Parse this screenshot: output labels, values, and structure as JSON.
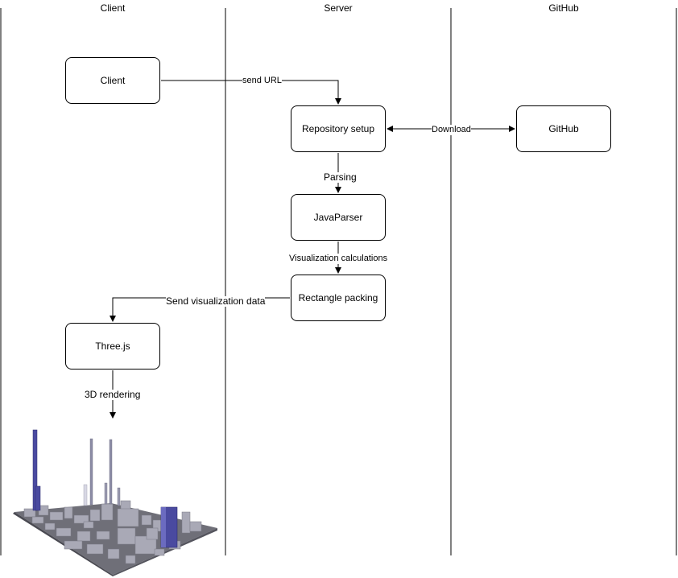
{
  "lanes": [
    {
      "title": "Client"
    },
    {
      "title": "Server"
    },
    {
      "title": "GitHub"
    }
  ],
  "nodes": {
    "client": "Client",
    "repo_setup": "Repository setup",
    "github": "GitHub",
    "javaparser": "JavaParser",
    "rect_packing": "Rectangle packing",
    "threejs": "Three.js"
  },
  "edges": {
    "send_url": "send URL",
    "download": "Download",
    "parsing": "Parsing",
    "vis_calc": "Visualization calculations",
    "send_vis_data": "Send visualization data",
    "rendering_3d": "3D rendering"
  },
  "render_image": {
    "description_icon": "3d-city-render-icon",
    "colors": {
      "ground": "#6f6f78",
      "building": "#a9a9b6",
      "highlight": "#4a4aa0"
    }
  }
}
